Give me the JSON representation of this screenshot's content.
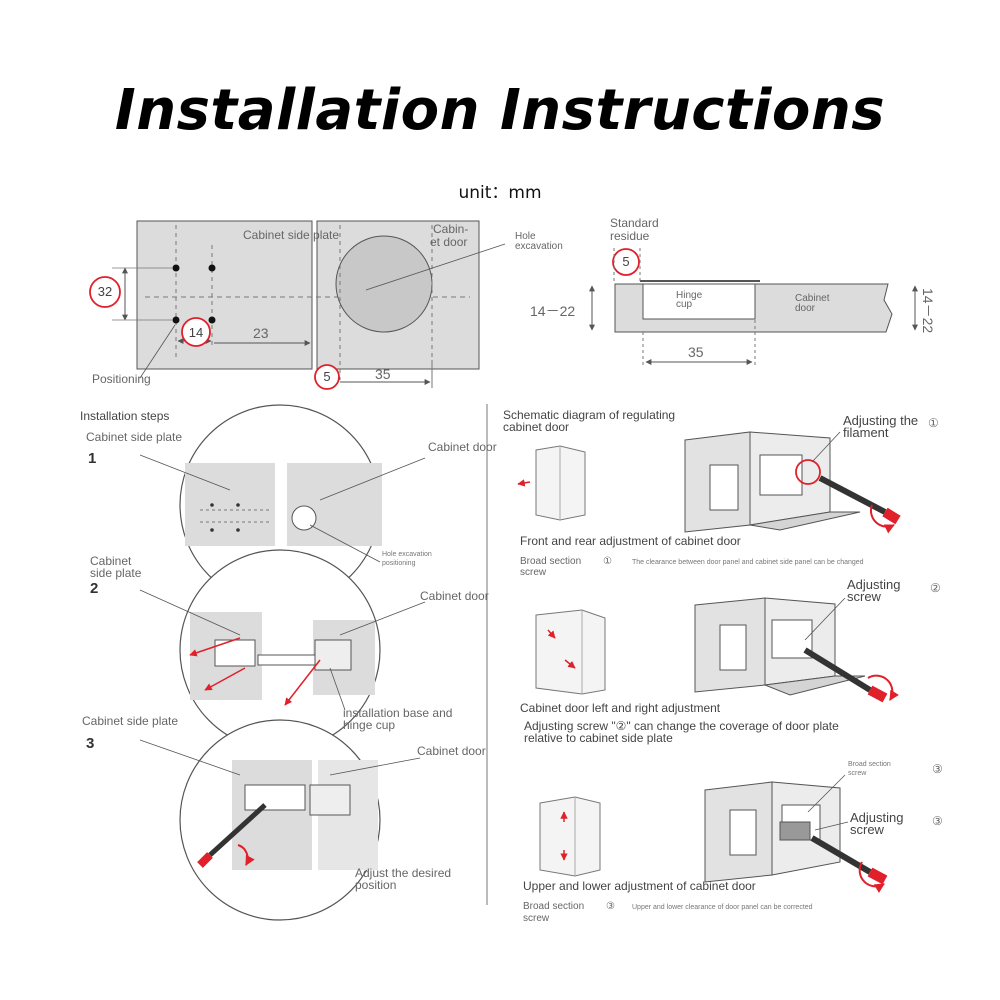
{
  "title": "Installation Instructions",
  "unit": "unit：mm",
  "top_diagram": {
    "cabinet_side_plate": "Cabinet side plate",
    "cabinet_door_line1": "Cabin-",
    "cabinet_door_line2": "et door",
    "hole_excavation_line1": "Hole",
    "hole_excavation_line2": "excavation",
    "dim_32": "32",
    "dim_14": "14",
    "dim_23": "23",
    "dim_5": "5",
    "dim_35": "35",
    "positioning": "Positioning"
  },
  "section_diagram": {
    "standard_line1": "Standard",
    "standard_line2": "residue",
    "dim_5": "5",
    "dim_left": "14－22",
    "dim_right": "14－22",
    "hinge_cup_line1": "Hinge",
    "hinge_cup_line2": "cup",
    "cabinet_door_line1": "Cabinet",
    "cabinet_door_line2": "door",
    "dim_35": "35"
  },
  "steps": {
    "heading": "Installation steps",
    "step1": {
      "num": "1",
      "side_plate": "Cabinet side plate",
      "door": "Cabinet door",
      "hole_line1": "Hole excavation",
      "hole_line2": "positioning"
    },
    "step2": {
      "num": "2",
      "side_plate_line1": "Cabinet",
      "side_plate_line2": "side plate",
      "door": "Cabinet door",
      "base_line1": "installation base and",
      "base_line2": "hinge cup"
    },
    "step3": {
      "num": "3",
      "side_plate": "Cabinet side plate",
      "door": "Cabinet door",
      "adjust_line1": "Adjust the desired",
      "adjust_line2": "position"
    }
  },
  "regulating": {
    "heading_line1": "Schematic diagram of regulating",
    "heading_line2": "cabinet door",
    "r1": {
      "callout_line1": "Adjusting the",
      "callout_line2": "filament",
      "callout_num": "①",
      "caption": "Front and rear adjustment of cabinet door",
      "note_line1": "Broad section",
      "note_num": "①",
      "note_small": "The clearance between door panel and cabinet side panel can be changed",
      "note_line2": "screw"
    },
    "r2": {
      "callout_line1": "Adjusting",
      "callout_line2": "screw",
      "callout_num": "②",
      "caption": "Cabinet door left and right adjustment",
      "note_line1": "Adjusting screw \"②\" can change the coverage of door plate",
      "note_line2": "relative to cabinet side plate"
    },
    "r3": {
      "broad_line1": "Broad section",
      "broad_line2": "screw",
      "broad_num": "③",
      "callout_line1": "Adjusting",
      "callout_line2": "screw",
      "callout_num": "③",
      "caption": "Upper and lower adjustment of cabinet door",
      "note_line1": "Broad section",
      "note_num": "③",
      "note_small": "Upper and lower clearance of door panel can be corrected",
      "note_line2": "screw"
    }
  },
  "colors": {
    "panel": "#d9d9d9",
    "line": "#555555",
    "accent_red": "#e0202a"
  }
}
